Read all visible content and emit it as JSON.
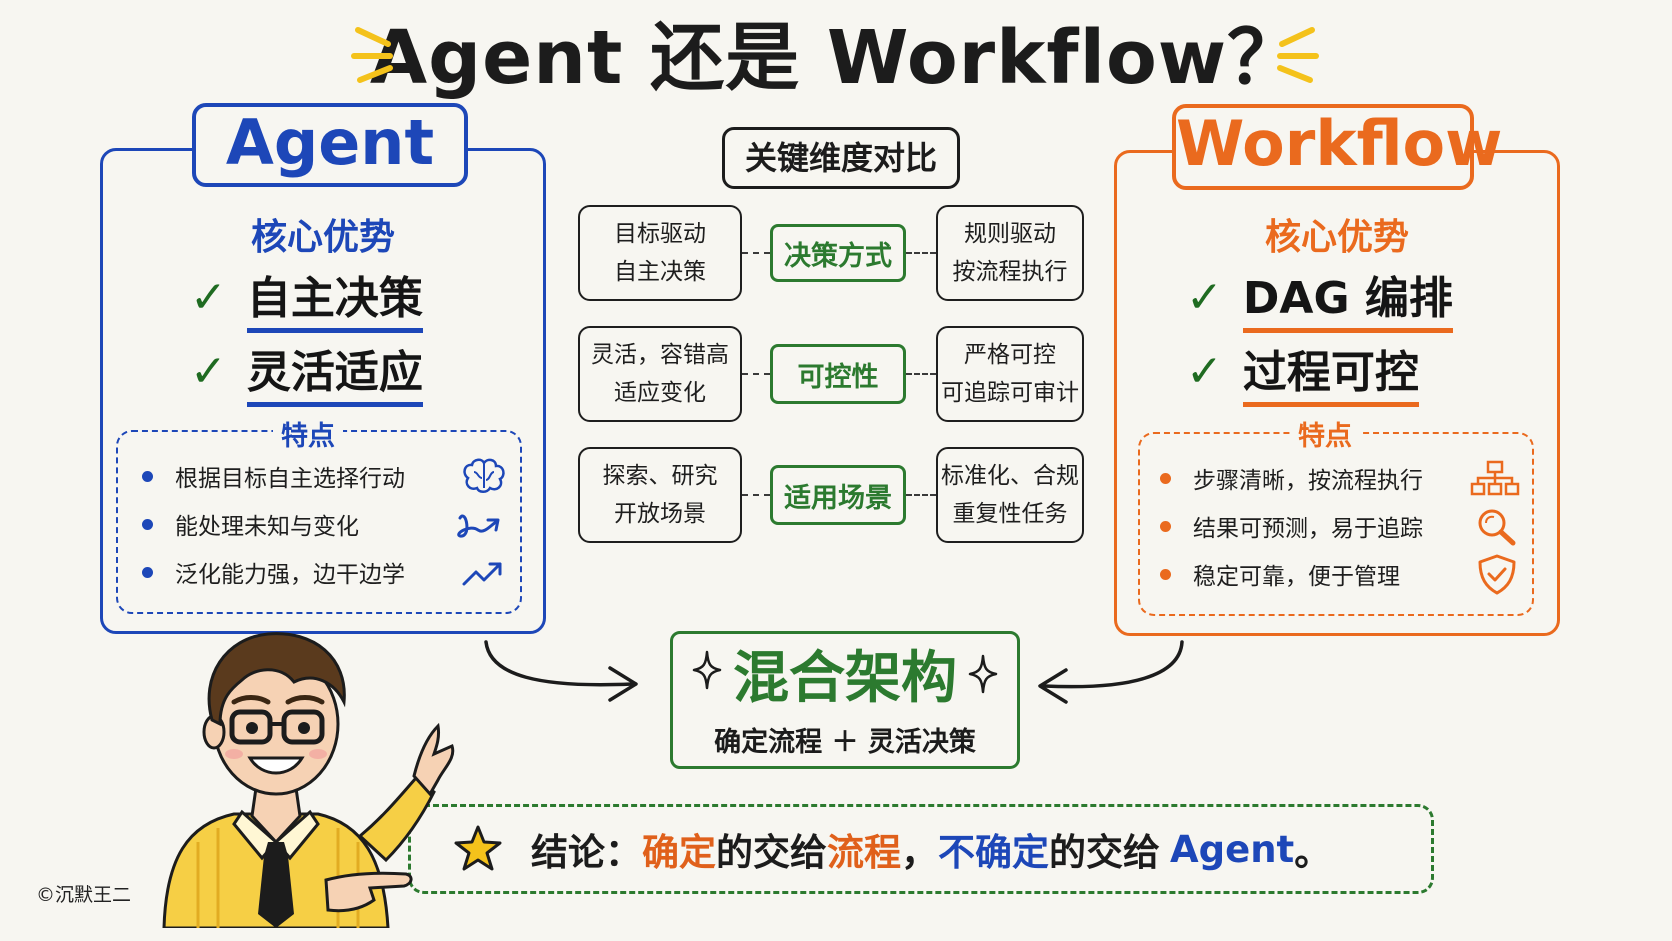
{
  "title": "Agent 还是 Workflow？",
  "agent": {
    "name": "Agent",
    "adv_head": "核心优势",
    "advantages": [
      "自主决策",
      "灵活适应"
    ],
    "feat_label": "特点",
    "features": [
      {
        "text": "根据目标自主选择行动",
        "icon": "brain-icon"
      },
      {
        "text": "能处理未知与变化",
        "icon": "squiggle-arrow-icon"
      },
      {
        "text": "泛化能力强，边干边学",
        "icon": "trend-up-icon"
      }
    ],
    "color": "#1d47b8"
  },
  "workflow": {
    "name": "Workflow",
    "adv_head": "核心优势",
    "advantages": [
      "DAG 编排",
      "过程可控"
    ],
    "feat_label": "特点",
    "features": [
      {
        "text": "步骤清晰，按流程执行",
        "icon": "hierarchy-icon"
      },
      {
        "text": "结果可预测，易于追踪",
        "icon": "magnifier-icon"
      },
      {
        "text": "稳定可靠，便于管理",
        "icon": "shield-check-icon"
      }
    ],
    "color": "#ea6a1e"
  },
  "compare": {
    "heading": "关键维度对比",
    "rows": [
      {
        "left": [
          "目标驱动",
          "自主决策"
        ],
        "dim": "决策方式",
        "right": [
          "规则驱动",
          "按流程执行"
        ]
      },
      {
        "left": [
          "灵活，容错高",
          "适应变化"
        ],
        "dim": "可控性",
        "right": [
          "严格可控",
          "可追踪可审计"
        ]
      },
      {
        "left": [
          "探索、研究",
          "开放场景"
        ],
        "dim": "适用场景",
        "right": [
          "标准化、合规",
          "重复性任务"
        ]
      }
    ]
  },
  "hybrid": {
    "title": "混合架构",
    "subtitle": "确定流程 ＋ 灵活决策"
  },
  "conclusion": {
    "prefix": "结论：",
    "part1": "确定",
    "part2": "的交给",
    "part3": "流程",
    "part4": "，",
    "part5": "不确定",
    "part6": "的交给",
    "part7": "Agent",
    "part8": "。"
  },
  "copyright": "©沉默王二",
  "check_mark": "✓",
  "colors": {
    "green": "#2c7a2f",
    "blue": "#1d47b8",
    "orange": "#ea6a1e",
    "star": "#f4c21b"
  }
}
